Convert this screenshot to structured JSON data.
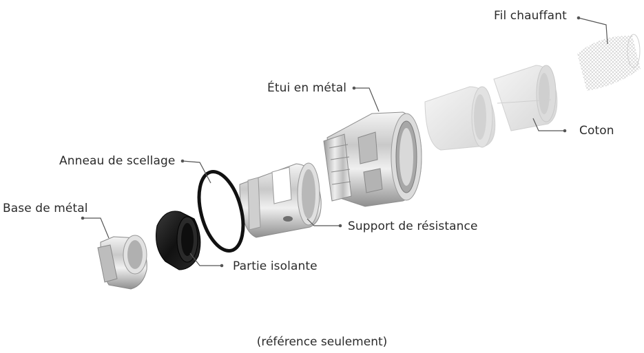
{
  "labels": {
    "heating_wire": "Fil chauffant",
    "cotton": "Coton",
    "metal_case": "Étui en métal",
    "sealing_ring": "Anneau de scellage",
    "metal_base": "Base de métal",
    "coil_holder": "Support de résistance",
    "insulating_part": "Partie isolante"
  },
  "footer": "(référence seulement)",
  "colors": {
    "text": "#2b2b2b",
    "leader": "#555555",
    "metal_light": "#e6e6e6",
    "metal_dark": "#8c8c8c",
    "insulator": "#1c1c1c",
    "cotton": "#e7e7e7"
  }
}
